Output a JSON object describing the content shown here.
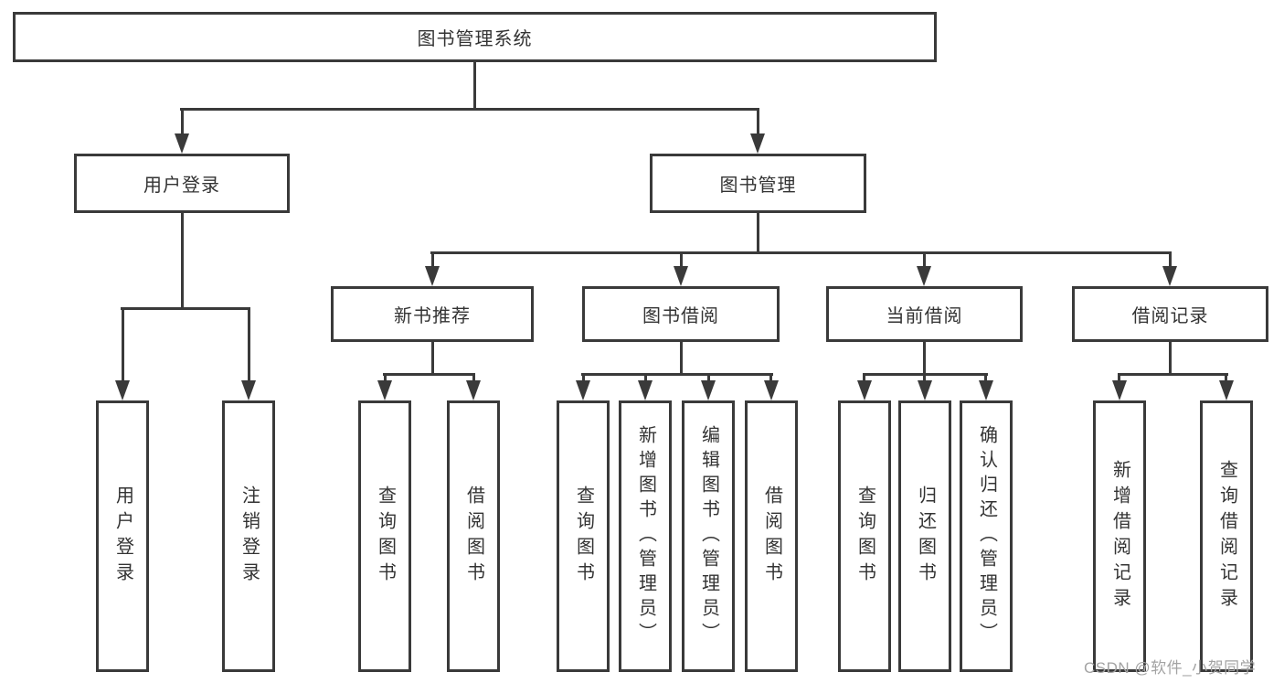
{
  "diagram": {
    "root": {
      "label": "图书管理系统"
    },
    "level2": {
      "user_login": "用户登录",
      "book_mgmt": "图书管理"
    },
    "level3": {
      "new_books": "新书推荐",
      "book_borrow": "图书借阅",
      "current_borrow": "当前借阅",
      "borrow_records": "借阅记录"
    },
    "leaves": {
      "user_login": [
        "用户登录",
        "注销登录"
      ],
      "new_books": [
        "查询图书",
        "借阅图书"
      ],
      "book_borrow": [
        "查询图书",
        "新增图书（管理员）",
        "编辑图书（管理员）",
        "借阅图书"
      ],
      "current_borrow": [
        "查询图书",
        "归还图书",
        "确认归还（管理员）"
      ],
      "borrow_records": [
        "新增借阅记录",
        "查询借阅记录"
      ]
    }
  },
  "watermark": "CSDN @软件_小贺同学",
  "colors": {
    "line": "#3a3a3a",
    "text": "#333333",
    "watermark": "#a3a3a3",
    "background": "#ffffff"
  }
}
